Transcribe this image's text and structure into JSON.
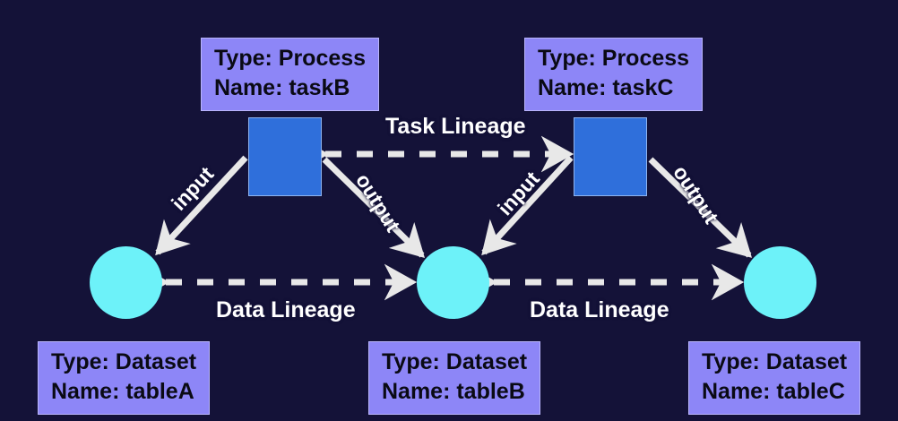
{
  "diagram": {
    "background_color": "#141238",
    "colors": {
      "process_node": "#2f6fdb",
      "dataset_node": "#6df2f9",
      "info_box": "#8d86f7",
      "edge": "#e8e8e8",
      "text_on_box": "#0a0a14",
      "text_on_canvas": "#ffffff"
    },
    "process_boxes": [
      {
        "type_line": "Type: Process",
        "name_line": "Name: taskB"
      },
      {
        "type_line": "Type: Process",
        "name_line": "Name: taskC"
      }
    ],
    "dataset_boxes": [
      {
        "type_line": "Type: Dataset",
        "name_line": "Name: tableA"
      },
      {
        "type_line": "Type: Dataset",
        "name_line": "Name: tableB"
      },
      {
        "type_line": "Type: Dataset",
        "name_line": "Name: tableC"
      }
    ],
    "lineage_labels": [
      {
        "text": "Task Lineage"
      },
      {
        "text": "Data Lineage"
      },
      {
        "text": "Data Lineage"
      }
    ],
    "edge_labels": [
      {
        "text": "input"
      },
      {
        "text": "output"
      },
      {
        "text": "input"
      },
      {
        "text": "output"
      }
    ]
  }
}
